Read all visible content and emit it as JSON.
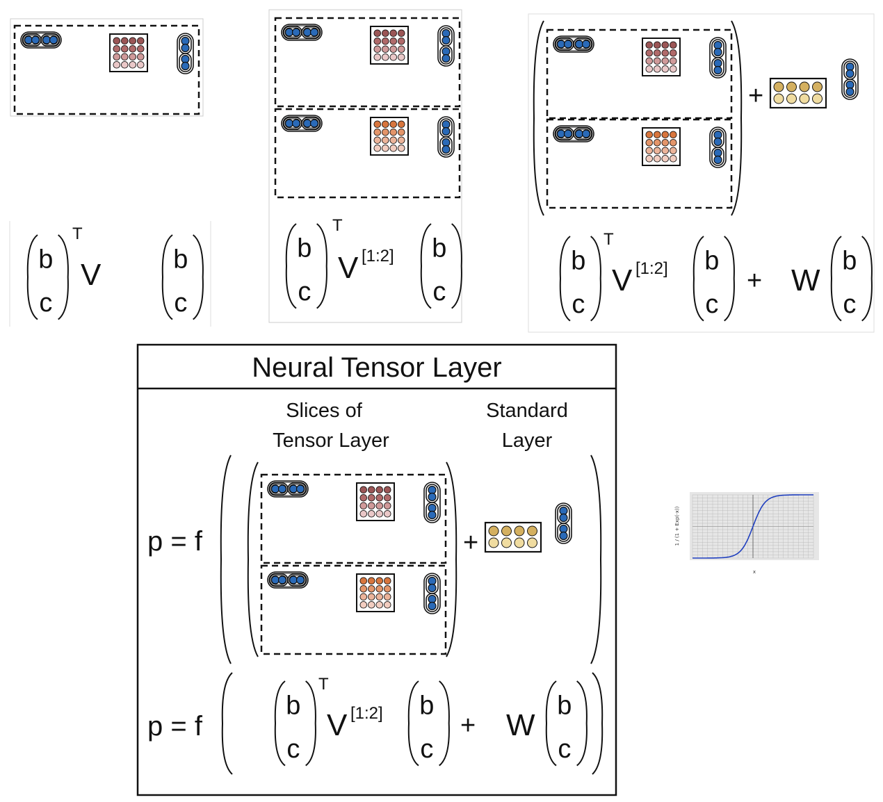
{
  "symbols": {
    "b": "b",
    "c": "c",
    "T": "T",
    "V": "V",
    "slice_index": "[1:2]",
    "plus": "+",
    "W": "W",
    "p_eq_f": "p = f"
  },
  "ntl": {
    "title": "Neural Tensor Layer",
    "slices_label_1": "Slices of",
    "slices_label_2": "Tensor Layer",
    "standard_label_1": "Standard",
    "standard_label_2": "Layer"
  },
  "sigmoid": {
    "ylabel": "1 / (1 + Exp(-x))",
    "xlabel": "x",
    "color": "#1f3fbf"
  },
  "colors": {
    "vector_blue": "#2a6ab8",
    "matrix_dark": [
      "#9b5656",
      "#b06a6a",
      "#d09a9a",
      "#eac8c8"
    ],
    "matrix_orange": [
      "#d8763e",
      "#e3956a",
      "#ecb49a",
      "#f2cdc0"
    ],
    "w_matrix": [
      "#d4b060",
      "#f0dca0"
    ]
  }
}
